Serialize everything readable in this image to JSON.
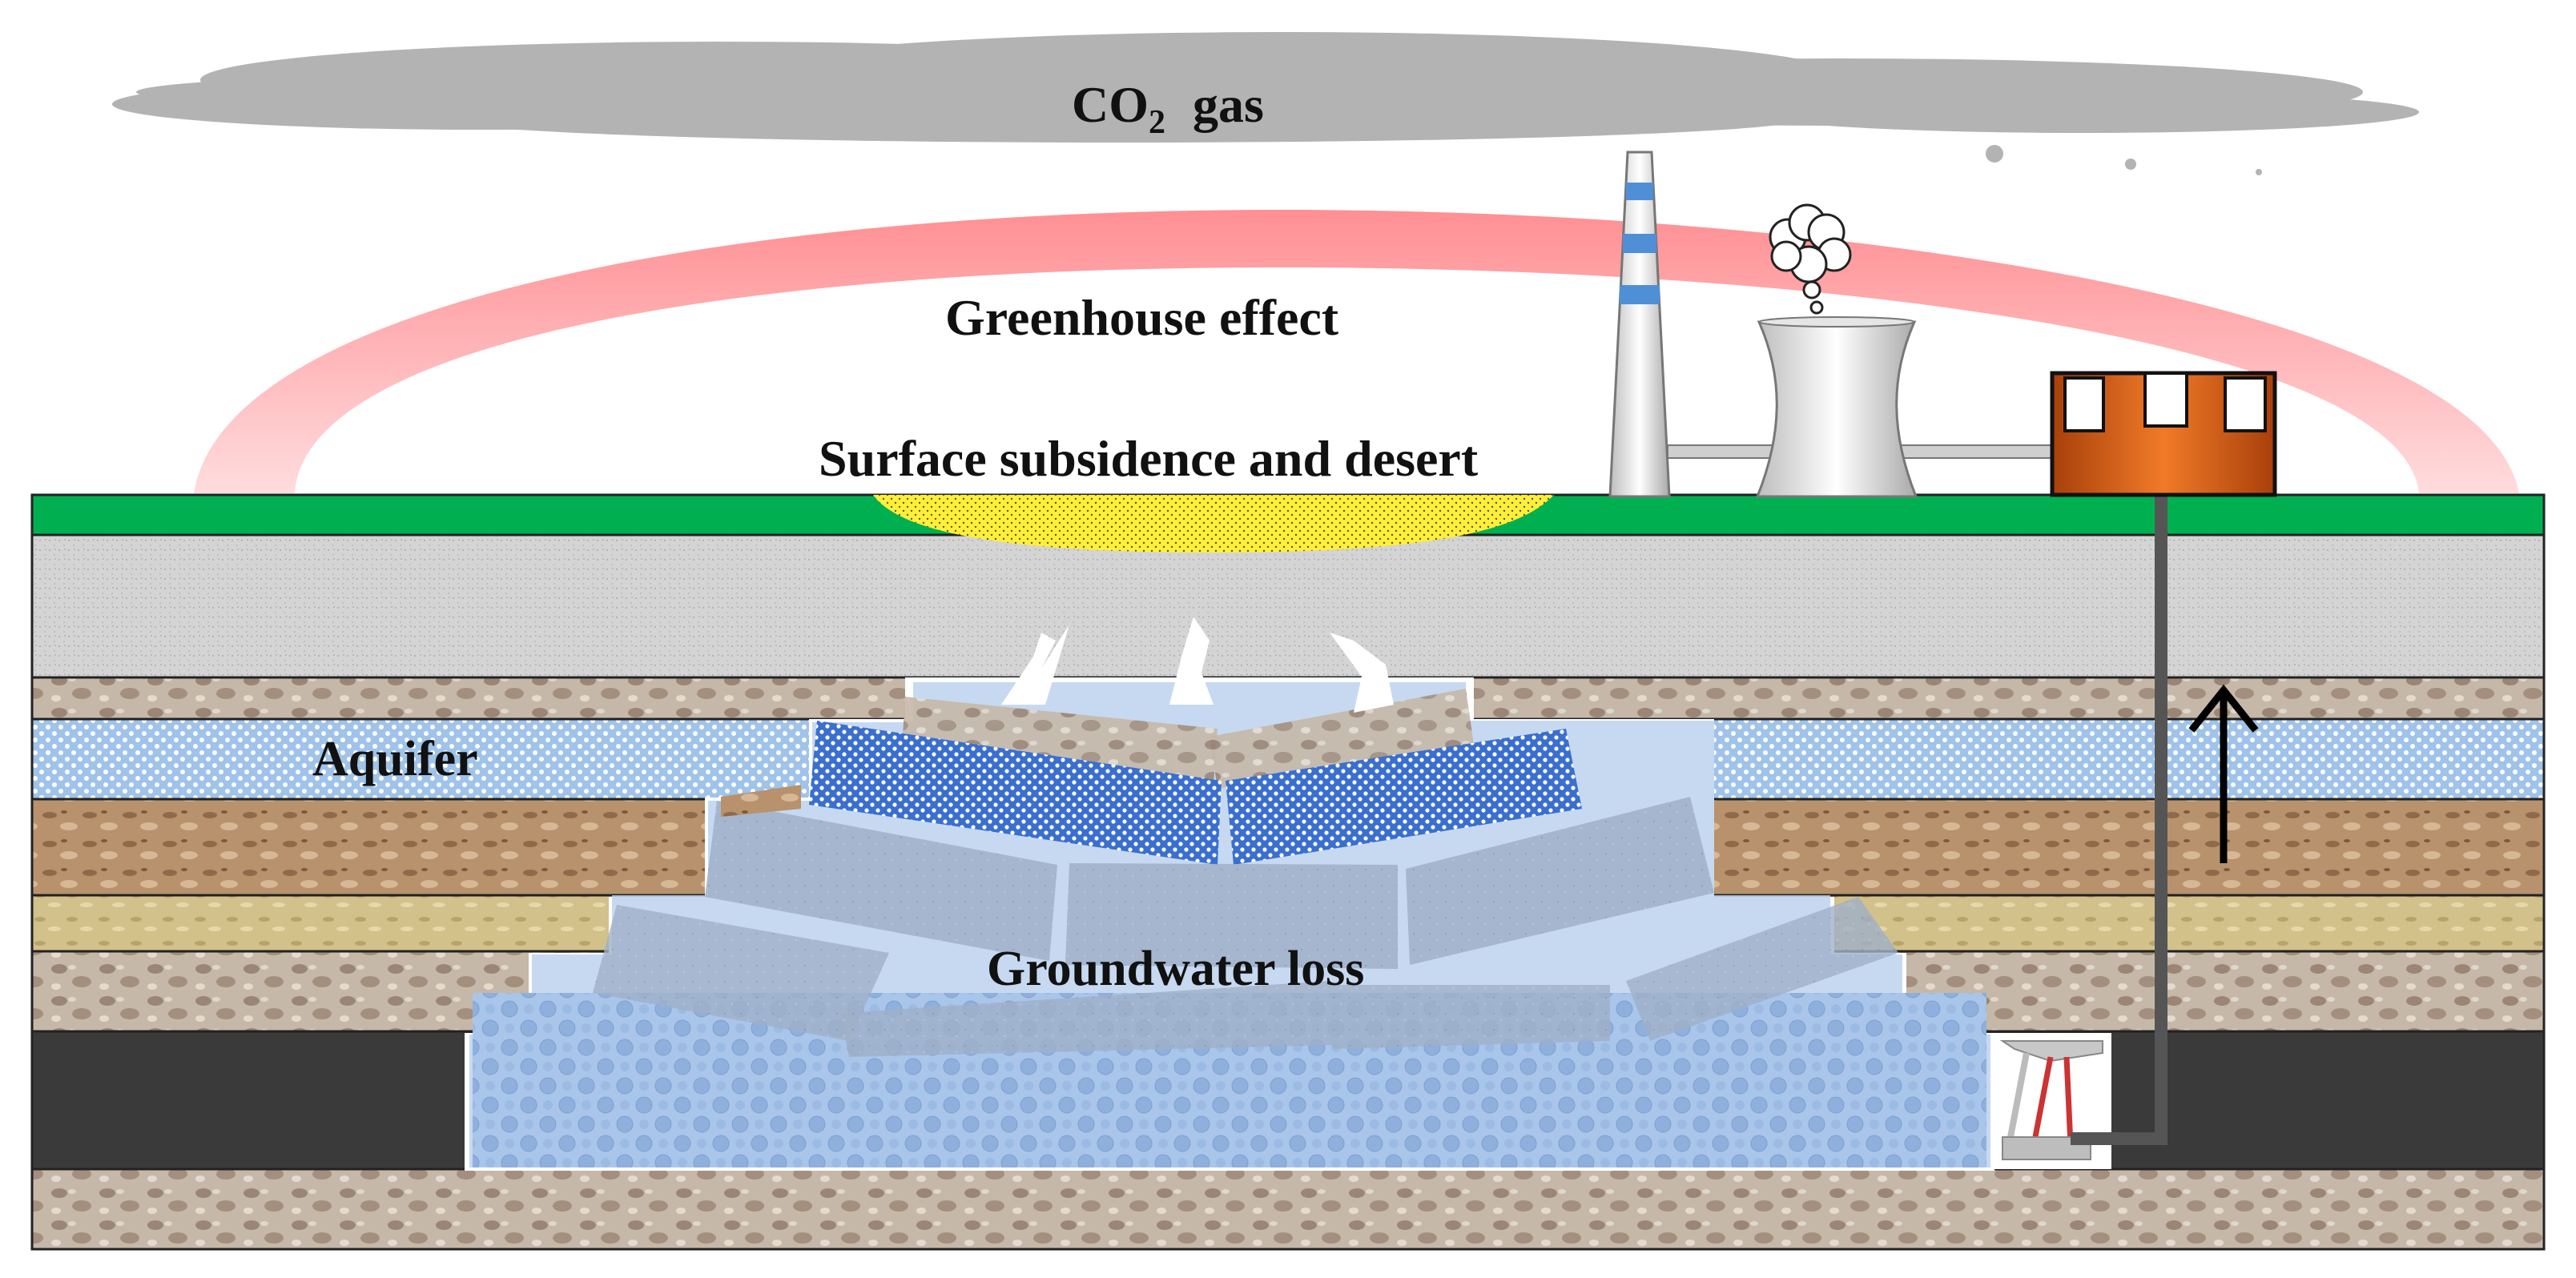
{
  "labels": {
    "co2_gas_prefix": "CO",
    "co2_gas_sub": "2",
    "co2_gas_suffix": "gas",
    "greenhouse_effect": "Greenhouse effect",
    "surface_subsidence": "Surface subsidence and desert",
    "aquifer": "Aquifer",
    "groundwater_loss": "Groundwater loss"
  },
  "colors": {
    "cloud": "#b3b3b3",
    "greenhouse_arc": "#f08a8e",
    "ground_surface": "#00b050",
    "desert_sand": "#ffef3a",
    "topsoil": "#d3d3d3",
    "rock_layer": "#b8a99a",
    "aquifer_layer": "#bfd7f0",
    "brown_layer": "#b08c6a",
    "sand_layer": "#cdbb84",
    "coal_seam": "#3a3a3a",
    "goaf_water": "#a9c6ea",
    "broken_aquifer_block": "#4a7fd4",
    "chimney_stripe": "#4f8fd6",
    "building": "#d85a10"
  },
  "icons": {
    "chimney": "chimney-icon",
    "cooling_tower": "cooling-tower-icon",
    "steam": "steam-cloud-icon",
    "mine_building": "mine-building-icon",
    "shaft": "shaft-pipe-icon",
    "arrow": "up-arrow-icon",
    "support": "hydraulic-support-icon"
  }
}
